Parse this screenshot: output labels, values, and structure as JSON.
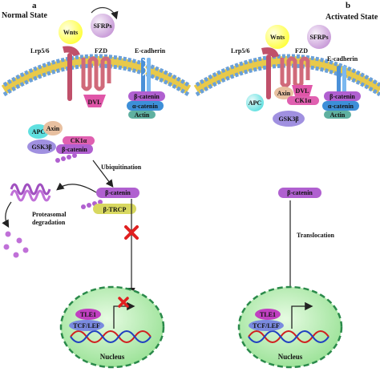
{
  "panels": {
    "normal": {
      "letter": "a",
      "title": "Normal State",
      "wnts": "Wnts",
      "sfrps": "SFRPs",
      "lrp": "Lrp5/6",
      "fzd": "FZD",
      "ecadherin": "E-cadherin",
      "dvl": "DVL",
      "bcat_membrane": "β-catenin",
      "acat": "α-catenin",
      "actin": "Actin",
      "apc": "APC",
      "axin": "Axin",
      "ck1a": "CK1α",
      "gsk3b": "GSK3β",
      "bcat_complex": "β-catenin",
      "ubiquitination": "Ubiquitination",
      "bcat_free": "β-catenin",
      "btrcp": "β-TRCP",
      "proteasomal": "Proteasomal",
      "degradation": "degradation",
      "tle1": "TLE1",
      "tcf": "TCF/LEF",
      "nucleus": "Nucleus"
    },
    "activated": {
      "letter": "b",
      "title": "Activated State",
      "wnts": "Wnts",
      "sfrps": "SFRPs",
      "lrp": "Lrp5/6",
      "fzd": "FZD",
      "ecadherin": "E-cadherin",
      "axin": "Axin",
      "dvl": "DVL",
      "ck1a": "CK1α",
      "apc": "APC",
      "gsk3b": "GSK3β",
      "bcat_membrane": "β-catenin",
      "acat": "α-catenin",
      "actin": "Actin",
      "bcat_free": "β-catenin",
      "translocation": "Translocation",
      "tle1": "TLE1",
      "tcf": "TCF/LEF",
      "nucleus": "Nucleus"
    }
  },
  "colors": {
    "membrane_head": "#6aa0d8",
    "membrane_tail": "#e8c94a",
    "lrp": "#c0506a",
    "fzd": "#d06a7a",
    "wnts": "#ffff3a",
    "sfrps": "#c89ad8",
    "dvl": "#e056a8",
    "bcat": "#b060d0",
    "acat": "#3d8fd8",
    "actin": "#5fb0a0",
    "apc": "#60e0e0",
    "axin": "#e8c0a0",
    "ck1a": "#e060b0",
    "gsk3b": "#a090e0",
    "btrcp": "#d8d860",
    "nucleus_fill": "#b8eeb0",
    "nucleus_dash": "#2a8a4a",
    "dna_red": "#d02020",
    "dna_blue": "#2040c0",
    "block_x": "#e02020"
  }
}
